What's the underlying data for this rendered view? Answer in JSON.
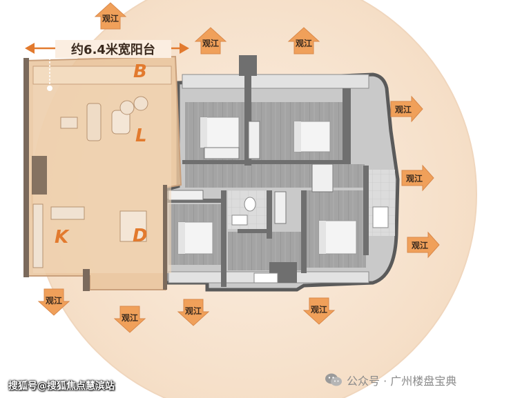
{
  "balcony_label": "约6.4米宽阳台",
  "room_labels": {
    "b": "B",
    "l": "L",
    "k": "K",
    "d": "D"
  },
  "view_label": "观江",
  "colors": {
    "circle_fill": "#f8e8d8",
    "highlight_zone": "#e9c49c",
    "arrow_fill": "#f0a05a",
    "label_accent": "#e27a2e",
    "wall": "#6f6f6f",
    "floor_wood": "#9e9e9e"
  },
  "watermark": {
    "left_text": "搜狐号@搜狐焦点慧滨站",
    "right_text": "公众号 · 广州楼盘宝典",
    "right_icon": "wechat-icon"
  }
}
